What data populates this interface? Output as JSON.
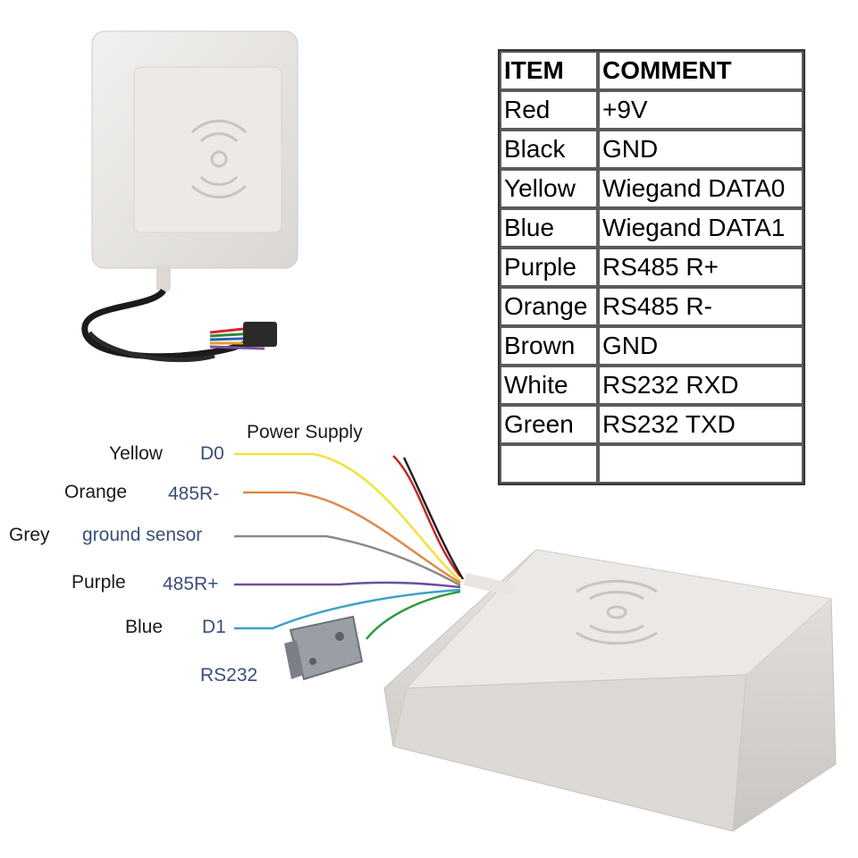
{
  "pinout_table": {
    "headers": [
      "ITEM",
      "COMMENT"
    ],
    "rows": [
      [
        "Red",
        "+9V"
      ],
      [
        "Black",
        "GND"
      ],
      [
        "Yellow",
        "Wiegand DATA0"
      ],
      [
        "Blue",
        "Wiegand DATA1"
      ],
      [
        "Purple",
        "RS485 R+"
      ],
      [
        "Orange",
        "RS485 R-"
      ],
      [
        "Brown",
        "GND"
      ],
      [
        "White",
        "RS232 RXD"
      ],
      [
        "Green",
        "RS232 TXD"
      ],
      [
        "",
        ""
      ]
    ]
  },
  "wiring": {
    "power_supply": "Power Supply",
    "wires": [
      {
        "color_name": "Yellow",
        "signal": "D0",
        "color": "#f2e23a"
      },
      {
        "color_name": "Orange",
        "signal": "485R-",
        "color": "#e0894a"
      },
      {
        "color_name": "Grey",
        "signal": "ground sensor",
        "color": "#8a8a8a"
      },
      {
        "color_name": "Purple",
        "signal": "485R+",
        "color": "#6a4fa0"
      },
      {
        "color_name": "Blue",
        "signal": "D1",
        "color": "#3fa0c8"
      }
    ],
    "connector_label": "RS232"
  }
}
